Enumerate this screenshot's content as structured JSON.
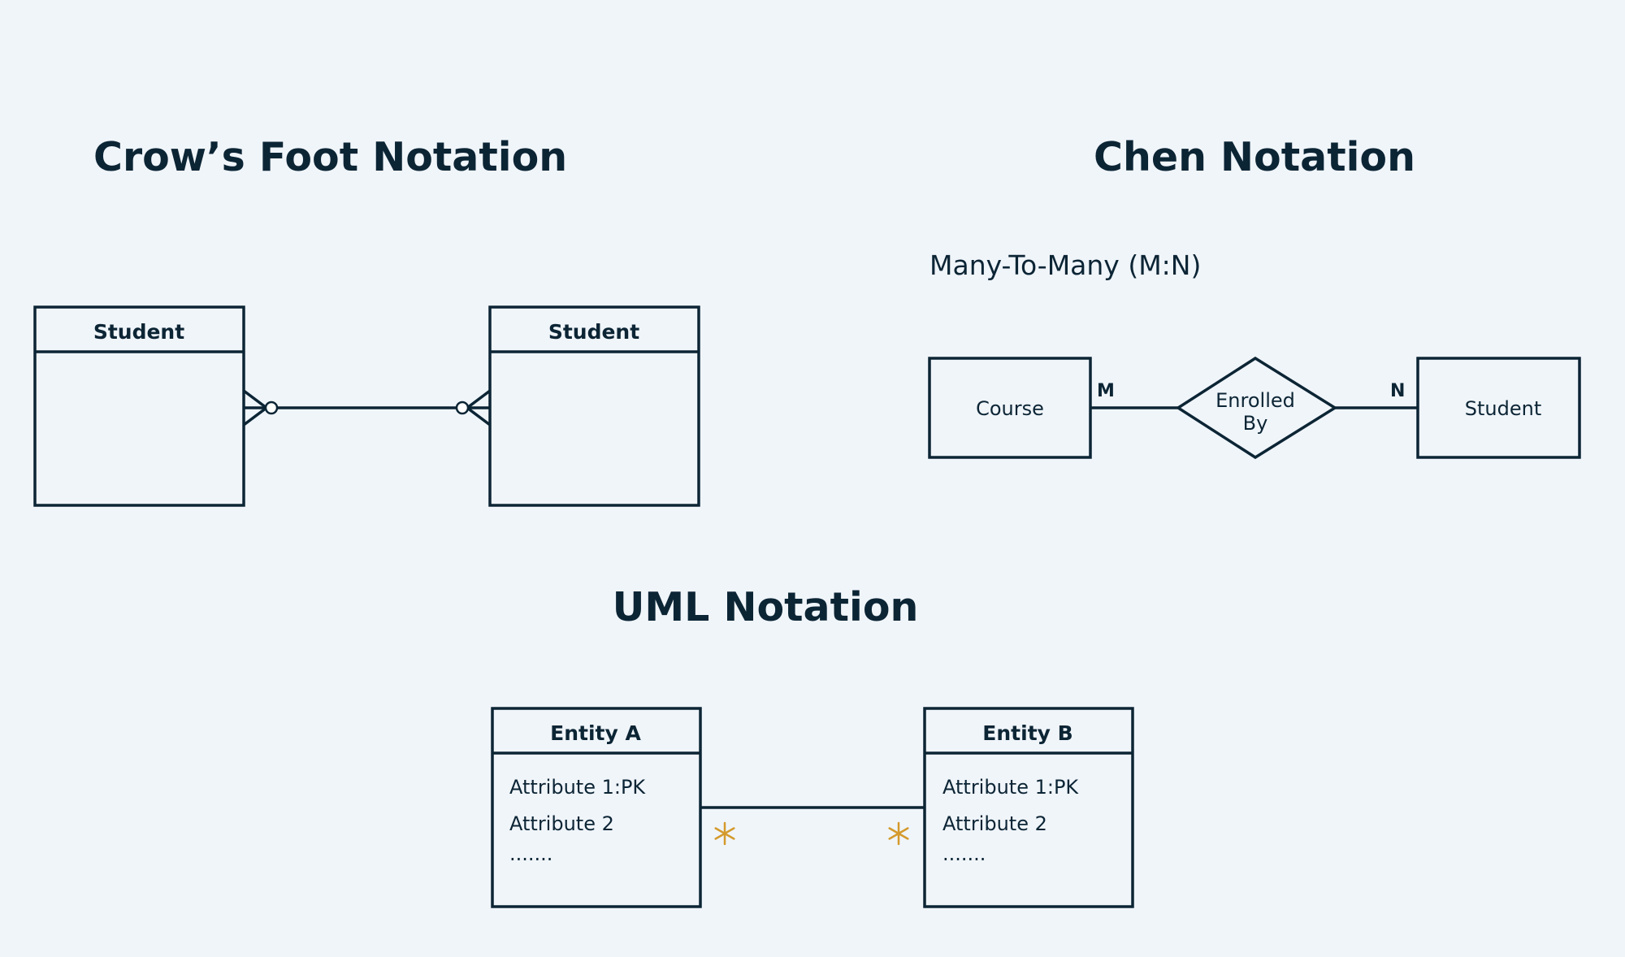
{
  "crows_foot": {
    "heading": "Crow’s Foot Notation",
    "left_entity": {
      "title": "Student"
    },
    "right_entity": {
      "title": "Student"
    }
  },
  "chen": {
    "heading": "Chen Notation",
    "subtitle": "Many-To-Many (M:N)",
    "left_entity": "Course",
    "relationship": [
      "Enrolled",
      "By"
    ],
    "right_entity": "Student",
    "left_cardinality": "M",
    "right_cardinality": "N"
  },
  "uml": {
    "heading": "UML Notation",
    "entity_a": {
      "title": "Entity A",
      "attributes": [
        "Attribute 1:PK",
        "Attribute 2",
        "......."
      ]
    },
    "entity_b": {
      "title": "Entity B",
      "attributes": [
        "Attribute 1:PK",
        "Attribute 2",
        "......."
      ]
    },
    "multiplicity_color": "#d49a2c"
  },
  "colors": {
    "background": "#f0f5fa",
    "ink": "#0c2535"
  }
}
